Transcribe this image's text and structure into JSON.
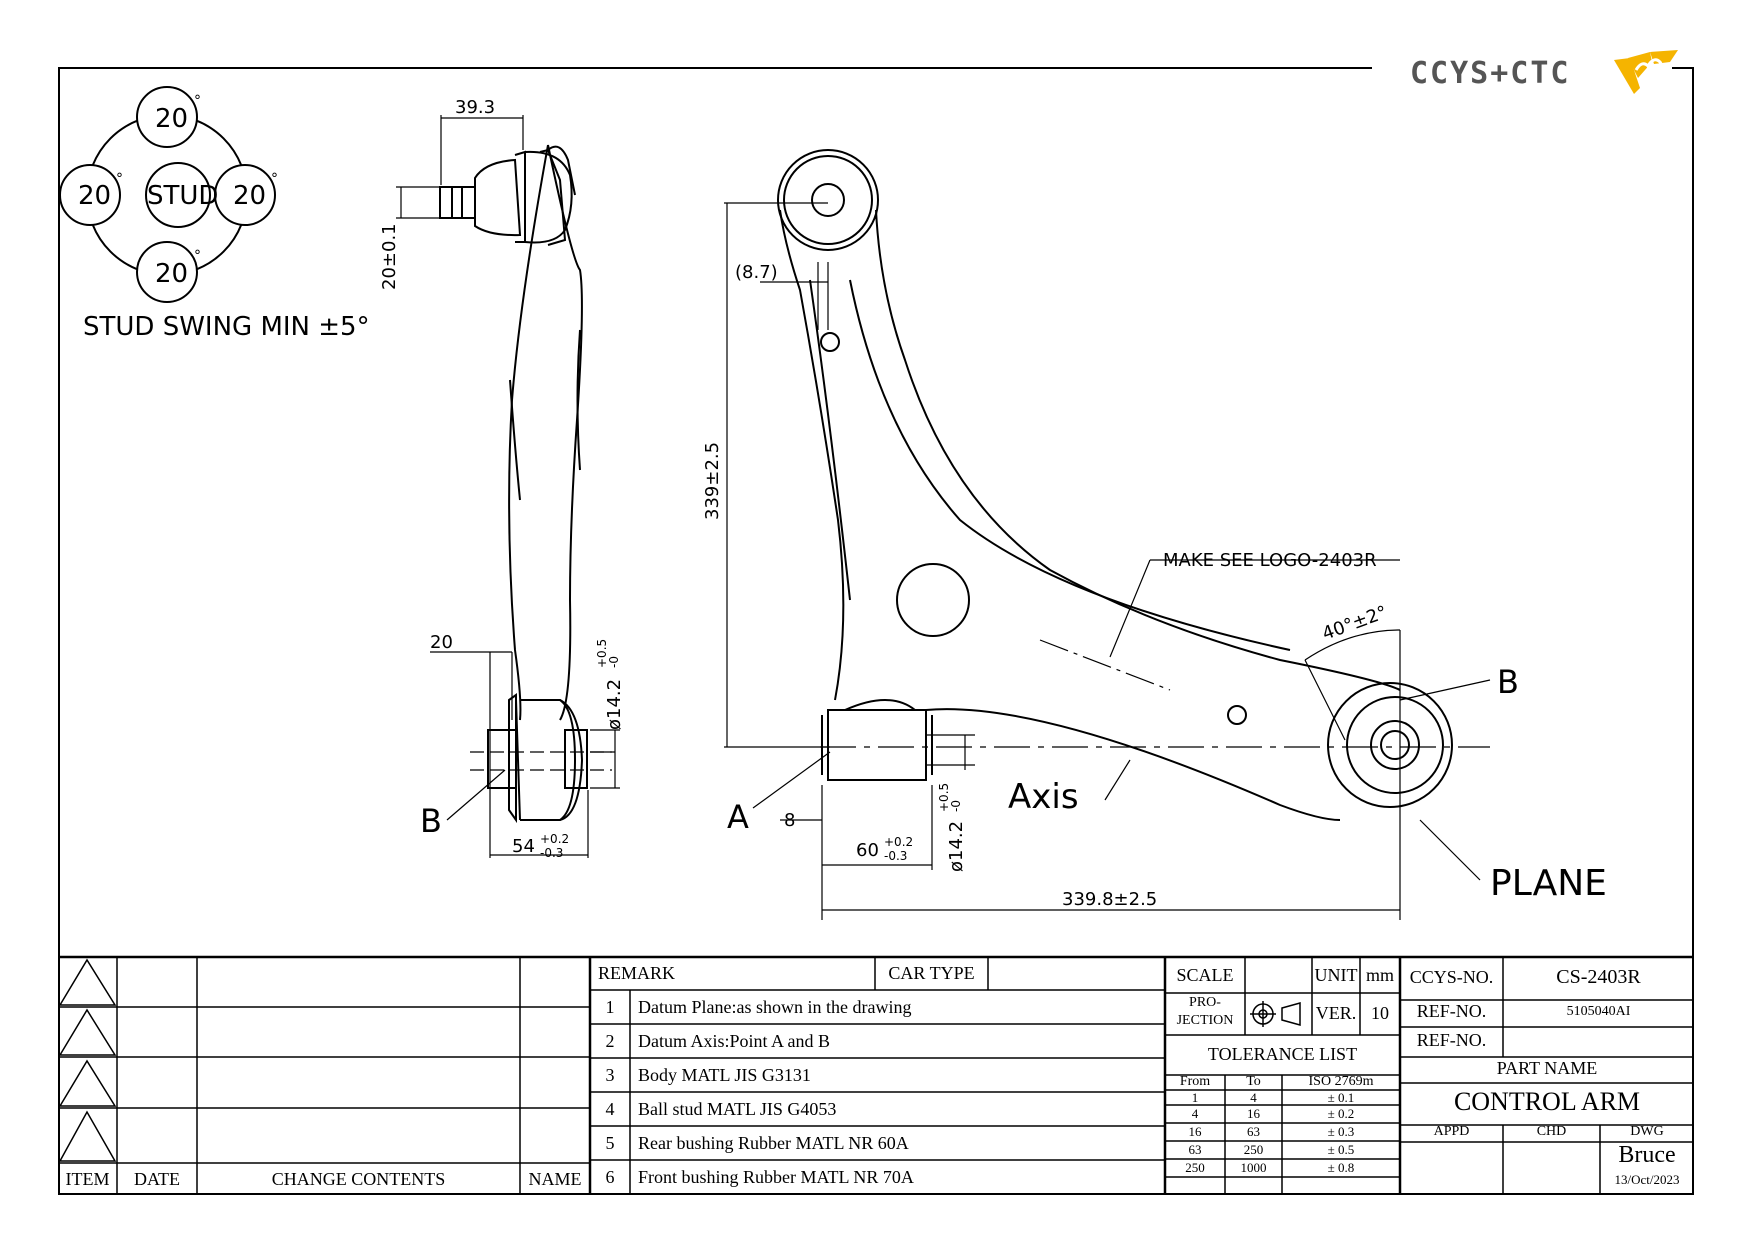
{
  "brand": {
    "logo_text": "CCYS+CTC"
  },
  "stud_diagram": {
    "center_label": "STUD",
    "angles": [
      "20",
      "20",
      "20",
      "20"
    ],
    "degree_mark": "°",
    "caption": "STUD SWING MIN ±5°"
  },
  "side_view": {
    "dim_top": "39.3",
    "dim_stud": "20±0.1",
    "dim_bushing_offset": "20",
    "dim_bushing_dia": "ø14.2",
    "dim_bushing_dia_tol_upper": "+0.5",
    "dim_bushing_dia_tol_lower": "-0",
    "dim_bushing_len": "54",
    "dim_bushing_len_tol_upper": "+0.2",
    "dim_bushing_len_tol_lower": "-0.3",
    "point_label": "B"
  },
  "front_view": {
    "dim_offset": "(8.7)",
    "dim_height": "339±2.5",
    "note": "MAKE SEE LOGO-2403R",
    "dim_angle": "40°±2°",
    "label_b": "B",
    "label_axis": "Axis",
    "label_a": "A",
    "label_plane": "PLANE",
    "dim_8": "8",
    "dim_60": "60",
    "dim_60_tol_upper": "+0.2",
    "dim_60_tol_lower": "-0.3",
    "dim_dia": "ø14.2",
    "dim_dia_tol_upper": "+0.5",
    "dim_dia_tol_lower": "-0",
    "dim_length": "339.8±2.5"
  },
  "revision_table": {
    "headers": {
      "item": "ITEM",
      "date": "DATE",
      "change": "CHANGE CONTENTS",
      "name": "NAME"
    }
  },
  "remarks": {
    "header": "REMARK",
    "car_type_label": "CAR TYPE",
    "car_type_value": "",
    "items": [
      {
        "no": "1",
        "text": "Datum Plane:as shown in the drawing"
      },
      {
        "no": "2",
        "text": "Datum Axis:Point A and B"
      },
      {
        "no": "3",
        "text": "Body MATL JIS G3131"
      },
      {
        "no": "4",
        "text": "Ball stud MATL JIS G4053"
      },
      {
        "no": "5",
        "text": "Rear bushing Rubber MATL NR 60A"
      },
      {
        "no": "6",
        "text": "Front bushing Rubber MATL NR 70A"
      }
    ]
  },
  "title_block": {
    "scale_label": "SCALE",
    "scale_value": "",
    "unit_label": "UNIT",
    "unit_value": "mm",
    "projection_label_1": "PRO-",
    "projection_label_2": "JECTION",
    "ver_label": "VER.",
    "ver_value": "10",
    "tolerance_title": "TOLERANCE LIST",
    "tolerance_headers": {
      "from": "From",
      "to": "To",
      "iso": "ISO 2769m"
    },
    "tolerance_rows": [
      {
        "from": "1",
        "to": "4",
        "tol": "± 0.1"
      },
      {
        "from": "4",
        "to": "16",
        "tol": "± 0.2"
      },
      {
        "from": "16",
        "to": "63",
        "tol": "± 0.3"
      },
      {
        "from": "63",
        "to": "250",
        "tol": "± 0.5"
      },
      {
        "from": "250",
        "to": "1000",
        "tol": "± 0.8"
      }
    ],
    "ccys_no_label": "CCYS-NO.",
    "ccys_no_value": "CS-2403R",
    "ref_no_label_1": "REF-NO.",
    "ref_no_value_1": "5105040AI",
    "ref_no_label_2": "REF-NO.",
    "ref_no_value_2": "",
    "part_name_label": "PART NAME",
    "part_name_value": "CONTROL ARM",
    "appd_label": "APPD",
    "chd_label": "CHD",
    "dwg_label": "DWG",
    "dwg_name": "Bruce",
    "date": "13/Oct/2023"
  }
}
